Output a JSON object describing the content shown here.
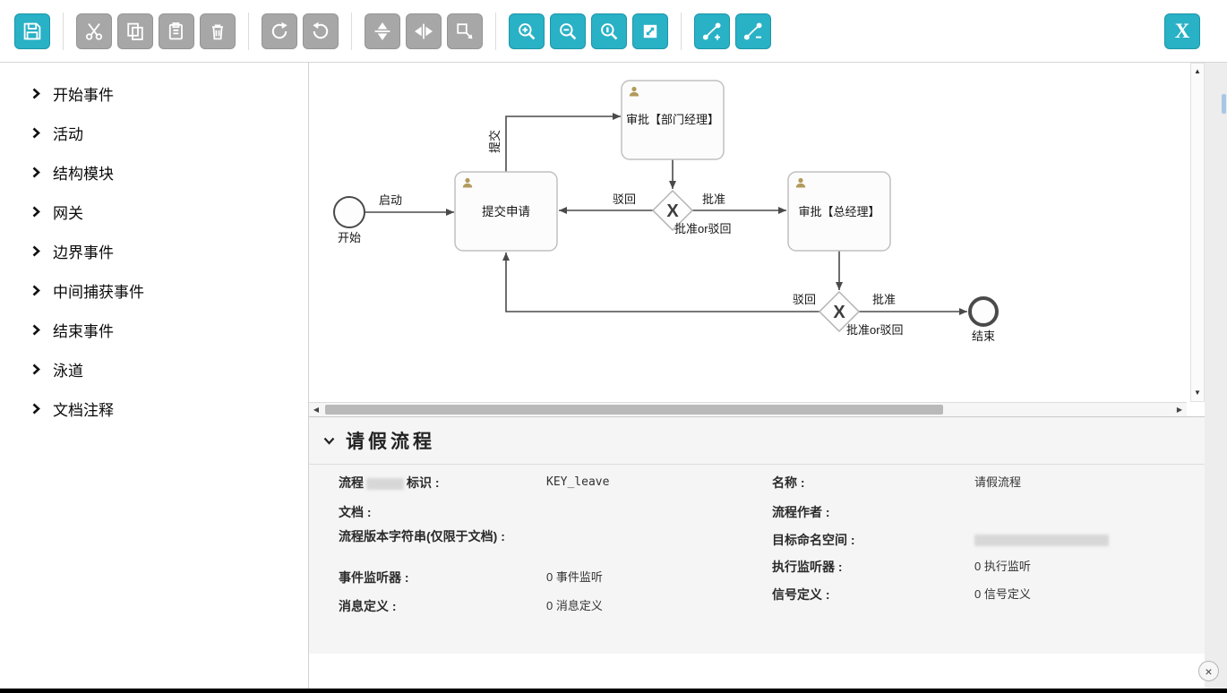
{
  "toolbar": {
    "accent_color": "#29b1c6",
    "disabled_color": "#a7a7a7",
    "close_button_label": "X"
  },
  "palette": {
    "items": [
      "开始事件",
      "活动",
      "结构模块",
      "网关",
      "边界事件",
      "中间捕获事件",
      "结束事件",
      "泳道",
      "文档注释"
    ]
  },
  "diagram": {
    "nodes": {
      "start": {
        "label": "开始"
      },
      "submit": {
        "label": "提交申请"
      },
      "manager": {
        "label": "审批【部门经理】"
      },
      "gateway1": {
        "label": "批准or驳回"
      },
      "ceo": {
        "label": "审批【总经理】"
      },
      "gateway2": {
        "label": "批准or驳回"
      },
      "end": {
        "label": "结束"
      }
    },
    "edges": {
      "start_to_submit": "启动",
      "submit_to_manager": "提交",
      "gateway1_reject": "驳回",
      "gateway1_approve": "批准",
      "gateway2_reject": "驳回",
      "gateway2_approve": "批准"
    },
    "gateway_marker": "X"
  },
  "properties": {
    "title": "请假流程",
    "fields": {
      "process_id": {
        "label_prefix": "流程",
        "label_suffix": "标识 :",
        "value": "KEY_leave"
      },
      "name": {
        "label": "名称 :",
        "value": "请假流程"
      },
      "documentation": {
        "label": "文档 :",
        "value": ""
      },
      "author": {
        "label": "流程作者 :",
        "value": ""
      },
      "version_string": {
        "label": "流程版本字符串(仅限于文档) :",
        "value": ""
      },
      "namespace": {
        "label": "目标命名空间 :",
        "value": ""
      },
      "execution_listeners": {
        "label": "执行监听器 :",
        "value": "0 执行监听"
      },
      "event_listeners": {
        "label": "事件监听器 :",
        "value": "0 事件监听"
      },
      "signal_definitions": {
        "label": "信号定义 :",
        "value": "0 信号定义"
      },
      "message_definitions": {
        "label": "消息定义 :",
        "value": "0 消息定义"
      }
    }
  },
  "window": {
    "close_label": "×"
  },
  "scrollbars": {
    "up": "▲",
    "down": "▼",
    "left": "◀",
    "right": "▶"
  }
}
